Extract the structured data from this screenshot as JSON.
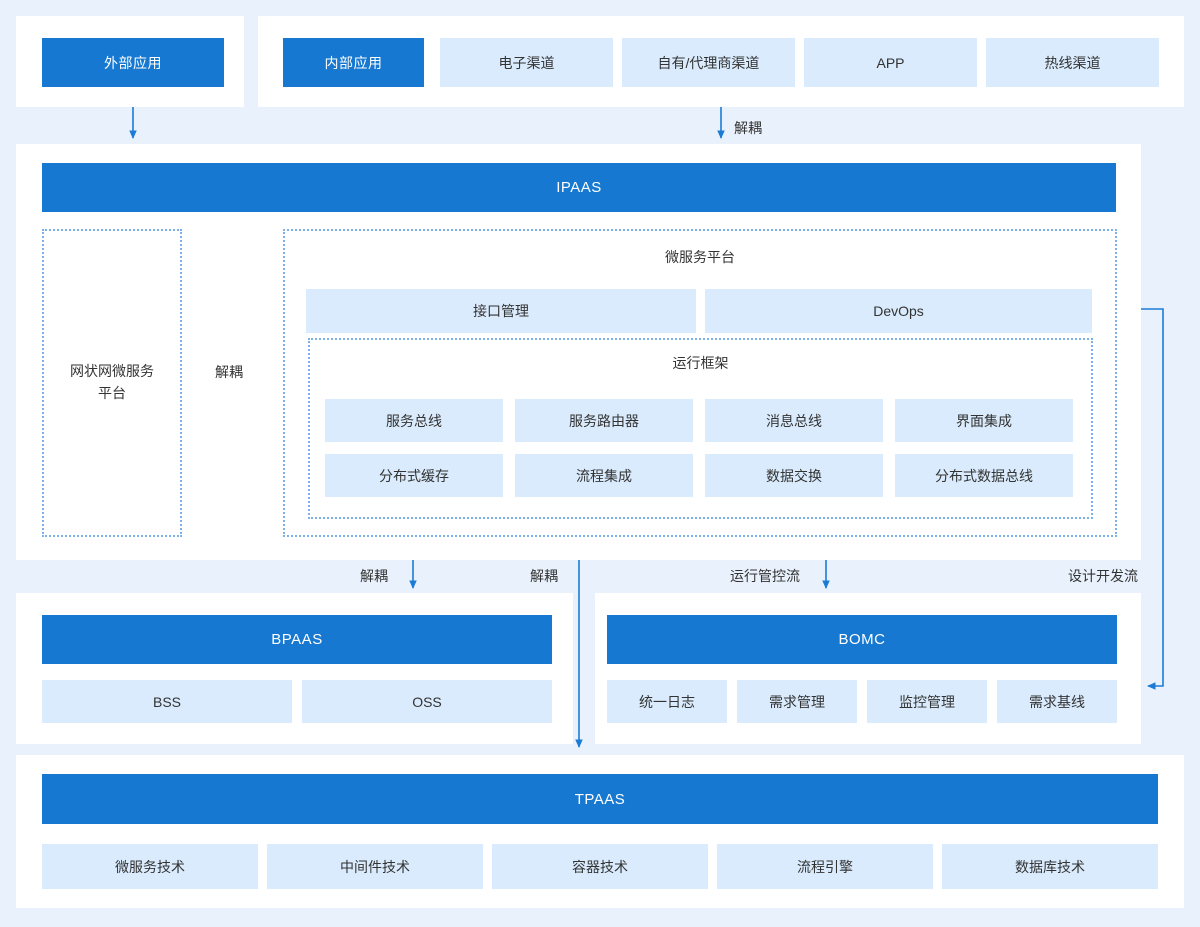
{
  "top": {
    "external_app": "外部应用",
    "internal_app": "内部应用",
    "channels": [
      "电子渠道",
      "自有/代理商渠道",
      "APP",
      "热线渠道"
    ],
    "decouple_label": "解耦"
  },
  "ipaas_section": {
    "bar": "IPAAS",
    "mesh_platform": "网状网微服务平台",
    "decouple_label": "解耦",
    "microservice_platform": {
      "title": "微服务平台",
      "interface_mgmt": "接口管理",
      "devops": "DevOps",
      "runtime_framework": {
        "title": "运行框架",
        "row1": [
          "服务总线",
          "服务路由器",
          "消息总线",
          "界面集成"
        ],
        "row2": [
          "分布式缓存",
          "流程集成",
          "数据交换",
          "分布式数据总线"
        ]
      }
    }
  },
  "flow_row": {
    "decouple_1": "解耦",
    "decouple_2": "解耦",
    "runtime_control_flow": "运行管控流",
    "design_dev_flow": "设计开发流"
  },
  "bpaas_section": {
    "bar": "BPAAS",
    "items": [
      "BSS",
      "OSS"
    ]
  },
  "bomc_section": {
    "bar": "BOMC",
    "items": [
      "统一日志",
      "需求管理",
      "监控管理",
      "需求基线"
    ]
  },
  "tpaas_section": {
    "bar": "TPAAS",
    "items": [
      "微服务技术",
      "中间件技术",
      "容器技术",
      "流程引擎",
      "数据库技术"
    ]
  },
  "colors": {
    "primary_blue": "#1778d1",
    "light_box": "#d9ebfc",
    "page_background": "#e9f2fc",
    "arrow": "#1c7cd5",
    "dotted_border": "#7cb1e8",
    "text_dark": "#333333"
  }
}
